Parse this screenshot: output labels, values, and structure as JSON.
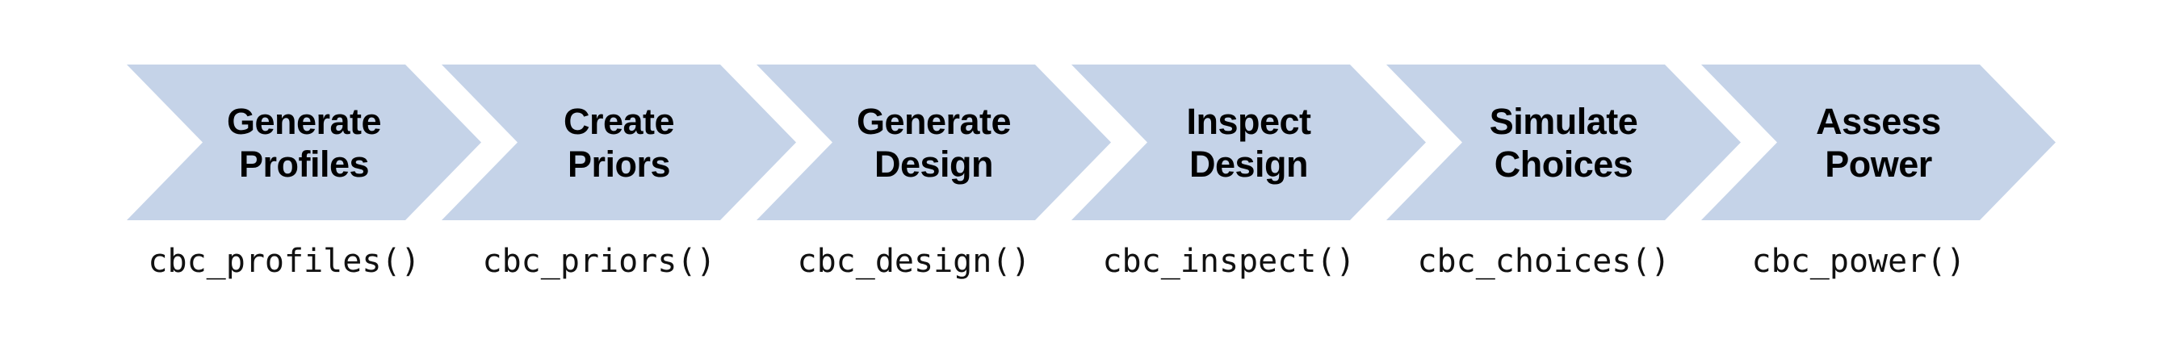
{
  "diagram": {
    "type": "process-flow",
    "steps": [
      {
        "label": "Generate\nProfiles",
        "function": "cbc_profiles()"
      },
      {
        "label": "Create\nPriors",
        "function": "cbc_priors()"
      },
      {
        "label": "Generate\nDesign",
        "function": "cbc_design()"
      },
      {
        "label": "Inspect\nDesign",
        "function": "cbc_inspect()"
      },
      {
        "label": "Simulate\nChoices",
        "function": "cbc_choices()"
      },
      {
        "label": "Assess\nPower",
        "function": "cbc_power()"
      }
    ],
    "colors": {
      "chevron_fill": "#c5d3e8",
      "label_text": "#000000",
      "function_text": "#111111",
      "background": "#ffffff"
    }
  }
}
